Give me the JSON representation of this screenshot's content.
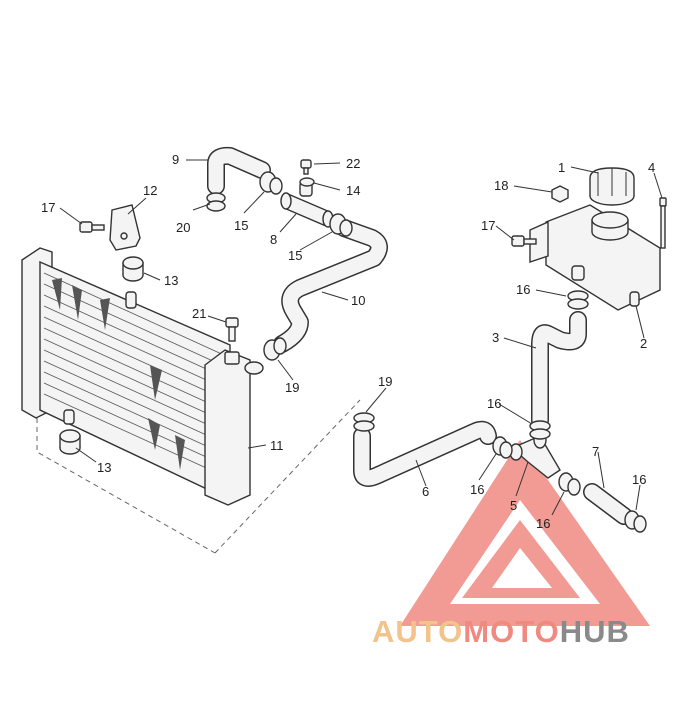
{
  "diagram": {
    "callouts": {
      "p1": "1",
      "p2": "2",
      "p3": "3",
      "p4": "4",
      "p5": "5",
      "p6": "6",
      "p7": "7",
      "p8": "8",
      "p9": "9",
      "p10": "10",
      "p11": "11",
      "p12": "12",
      "p13a": "13",
      "p13b": "13",
      "p14": "14",
      "p15a": "15",
      "p15b": "15",
      "p16a": "16",
      "p16b": "16",
      "p16c": "16",
      "p16d": "16",
      "p16e": "16",
      "p17a": "17",
      "p17b": "17",
      "p18": "18",
      "p19a": "19",
      "p19b": "19",
      "p20": "20",
      "p21": "21",
      "p22": "22"
    }
  },
  "watermark": {
    "part1": "AUTO",
    "part2": "MOTO",
    "part3": "HUB",
    "colors": {
      "auto": "#f2c38a",
      "moto": "#f08a80",
      "hub": "#8a8a8a",
      "logo": "#ee7a72"
    }
  }
}
